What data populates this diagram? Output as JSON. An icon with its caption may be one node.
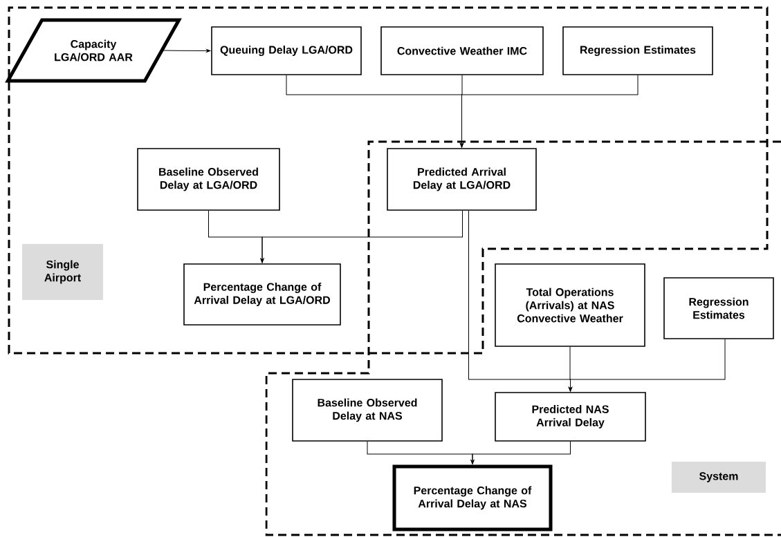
{
  "diagram": {
    "nodes": [
      {
        "text": [
          "Capacity LGA/ORD AAR"
        ]
      },
      {
        "text": [
          "Queuing Delay LGA/ORD"
        ]
      },
      {
        "text": [
          "Convective Weather IMC"
        ]
      },
      {
        "text": [
          "Regression Estimates"
        ]
      },
      {
        "text": [
          "Baseline Observed Delay at LGA/ORD"
        ]
      },
      {
        "text": [
          "Predicted Arrival Delay at LGA/ORD"
        ]
      },
      {
        "text": [
          "Percentage Change of Arrival Delay at LGA/ORD"
        ]
      },
      {
        "text": [
          "Single Airport"
        ]
      },
      {
        "text": [
          "Total Operations (Arrivals) at NAS Convective Weather"
        ]
      },
      {
        "text": [
          "Regression Estimates"
        ]
      },
      {
        "text": [
          "Baseline Observed Delay at NAS"
        ]
      },
      {
        "text": [
          "Predicted NAS Arrival Delay"
        ]
      },
      {
        "text": [
          "Percentage Change of Arrival Delay at NAS"
        ]
      },
      {
        "text": [
          "System"
        ]
      }
    ],
    "edges": [
      {
        "from": 0,
        "to": 1,
        "arrow": "to"
      },
      {
        "from": 1,
        "to": 5,
        "arrow": "to"
      },
      {
        "from": 2,
        "to": 5,
        "arrow": "to"
      },
      {
        "from": 3,
        "to": 5,
        "arrow": "to"
      },
      {
        "from": 4,
        "to": 6,
        "arrow": "to"
      },
      {
        "from": 5,
        "to": 6,
        "arrow": "to"
      },
      {
        "from": 5,
        "to": 11,
        "arrow": "to"
      },
      {
        "from": 8,
        "to": 11,
        "arrow": "to"
      },
      {
        "from": 9,
        "to": 11,
        "arrow": "to"
      },
      {
        "from": 10,
        "to": 12,
        "arrow": "to"
      },
      {
        "from": 11,
        "to": 12,
        "arrow": "to"
      }
    ]
  }
}
